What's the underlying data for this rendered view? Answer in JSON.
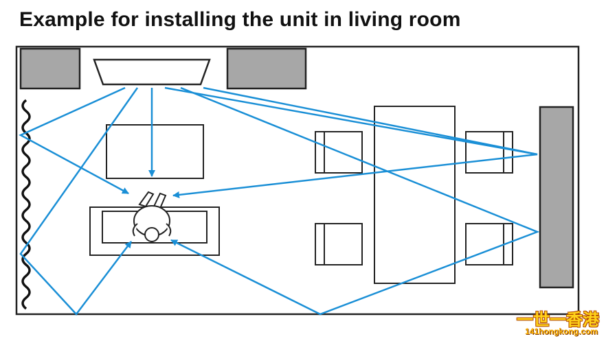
{
  "title": "Example for installing the unit in living room",
  "colors": {
    "ray": "#1a8fd6",
    "outline": "#222222",
    "speaker_fill": "#a7a7a7",
    "accent": "#ffd21a"
  },
  "elements": [
    "room-boundary",
    "front-left-speaker",
    "sound-bar-unit",
    "front-right-speaker",
    "curtain-wall",
    "coffee-table",
    "sofa",
    "listener",
    "dining-table",
    "dining-chair-1",
    "dining-chair-2",
    "dining-chair-3",
    "dining-chair-4",
    "side-wall-panel"
  ],
  "watermark": {
    "logo": "一世一香港",
    "url": "141hongkong.com"
  }
}
